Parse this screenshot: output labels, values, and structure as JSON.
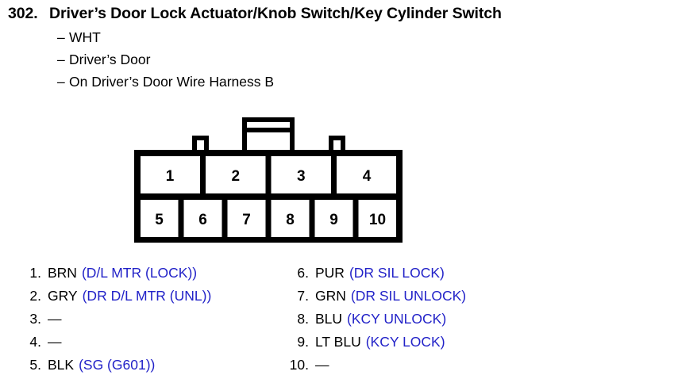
{
  "header": {
    "number": "302.",
    "title": "Driver’s Door Lock Actuator/Knob Switch/Key Cylinder Switch",
    "dash": "–",
    "subtitles": [
      "WHT",
      "Driver’s Door",
      "On Driver’s Door Wire Harness B"
    ]
  },
  "connector": {
    "top_row_cells": [
      "1",
      "2",
      "3",
      "4"
    ],
    "bottom_row_cells": [
      "5",
      "6",
      "7",
      "8",
      "9",
      "10"
    ],
    "outline_color": "#000000"
  },
  "pins": {
    "empty_marker": "—",
    "left": [
      {
        "index": "1.",
        "color": "BRN",
        "signal": "(D/L MTR (LOCK))"
      },
      {
        "index": "2.",
        "color": "GRY",
        "signal": "(DR D/L MTR (UNL))"
      },
      {
        "index": "3.",
        "color": "—",
        "signal": ""
      },
      {
        "index": "4.",
        "color": "—",
        "signal": ""
      },
      {
        "index": "5.",
        "color": "BLK",
        "signal": "(SG (G601))"
      }
    ],
    "right": [
      {
        "index": "6.",
        "color": "PUR",
        "signal": "(DR SIL LOCK)"
      },
      {
        "index": "7.",
        "color": "GRN",
        "signal": "(DR SIL UNLOCK)"
      },
      {
        "index": "8.",
        "color": "BLU",
        "signal": "(KCY UNLOCK)"
      },
      {
        "index": "9.",
        "color": "LT BLU",
        "signal": "(KCY LOCK)"
      },
      {
        "index": "10.",
        "color": "—",
        "signal": ""
      }
    ]
  },
  "colors": {
    "signal_blue": "#2222c8",
    "text_black": "#000000",
    "background": "#ffffff"
  }
}
